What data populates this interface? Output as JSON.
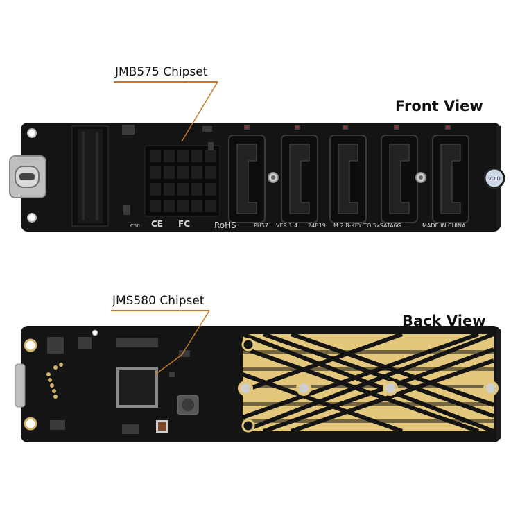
{
  "labels": {
    "front_chip": "JMB575 Chipset",
    "back_chip": "JMS580 Chipset",
    "front_view": "Front View",
    "back_view": "Back View"
  },
  "front_board": {
    "silkscreen": [
      "RoHS",
      "PH57",
      "VER:1.4",
      "24B19",
      "M.2 B-KEY TO 5xSATA6G",
      "MADE IN CHINA"
    ],
    "cap_label": "C50",
    "sticker": "VOID",
    "sata_port_count": 5
  },
  "colors": {
    "board": "#141414",
    "gold": "#e3c77c",
    "leader": "#c8772a"
  }
}
